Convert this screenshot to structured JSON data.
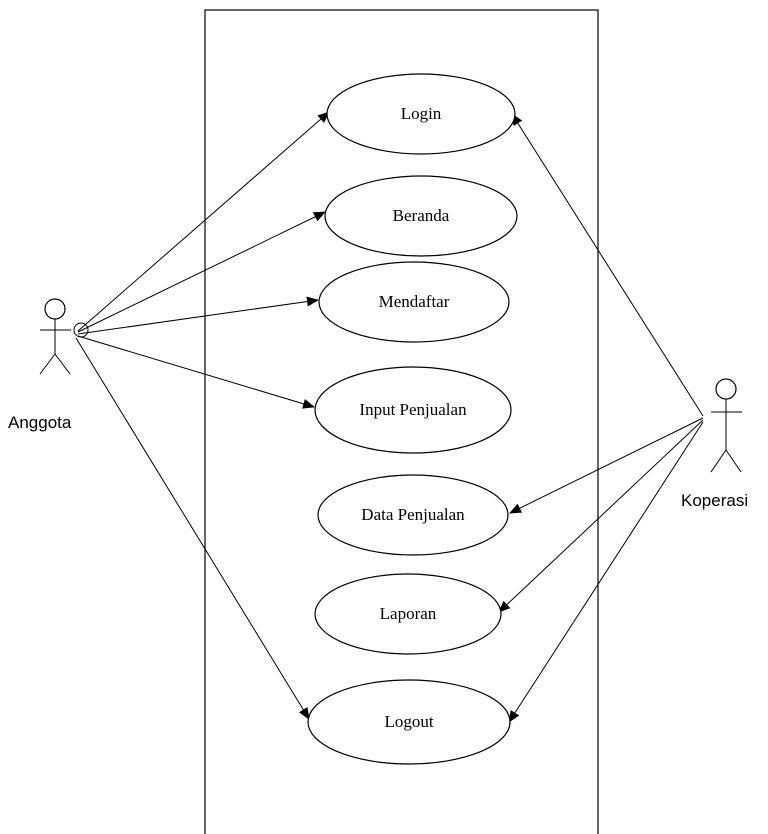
{
  "actors": {
    "anggota": {
      "label": "Anggota"
    },
    "koperasi": {
      "label": "Koperasi"
    }
  },
  "use_cases": {
    "login": "Login",
    "beranda": "Beranda",
    "mendaftar": "Mendaftar",
    "input_penjualan": "Input Penjualan",
    "data_penjualan": "Data Penjualan",
    "laporan": "Laporan",
    "logout": "Logout"
  }
}
